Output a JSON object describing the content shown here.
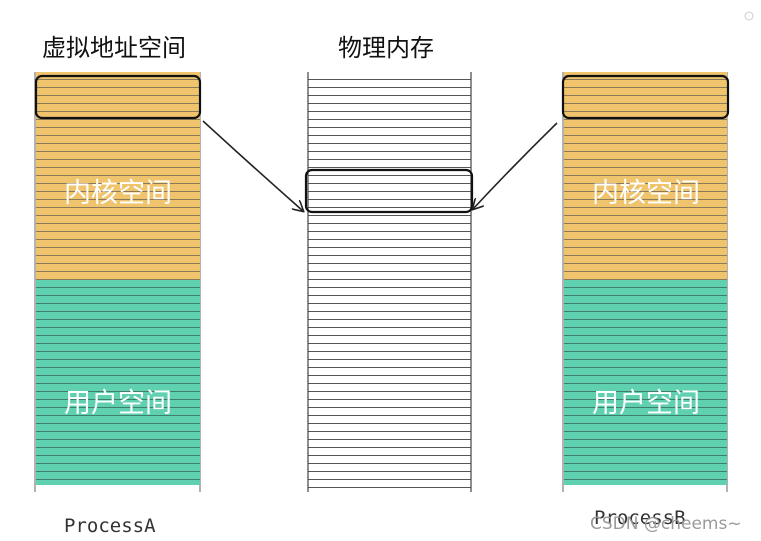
{
  "headers": {
    "virtual": "虚拟地址空间",
    "physical": "物理内存"
  },
  "regions": {
    "kernel": "内核空间",
    "user": "用户空间"
  },
  "processes": {
    "a": "ProcessA",
    "b": "ProcessB"
  },
  "watermark": "CSDN @cheems~",
  "colors": {
    "kernel_fill": "#f0c46c",
    "user_fill": "#5fd0b0",
    "stripe": "#7a7a7a",
    "outline": "#111111"
  }
}
